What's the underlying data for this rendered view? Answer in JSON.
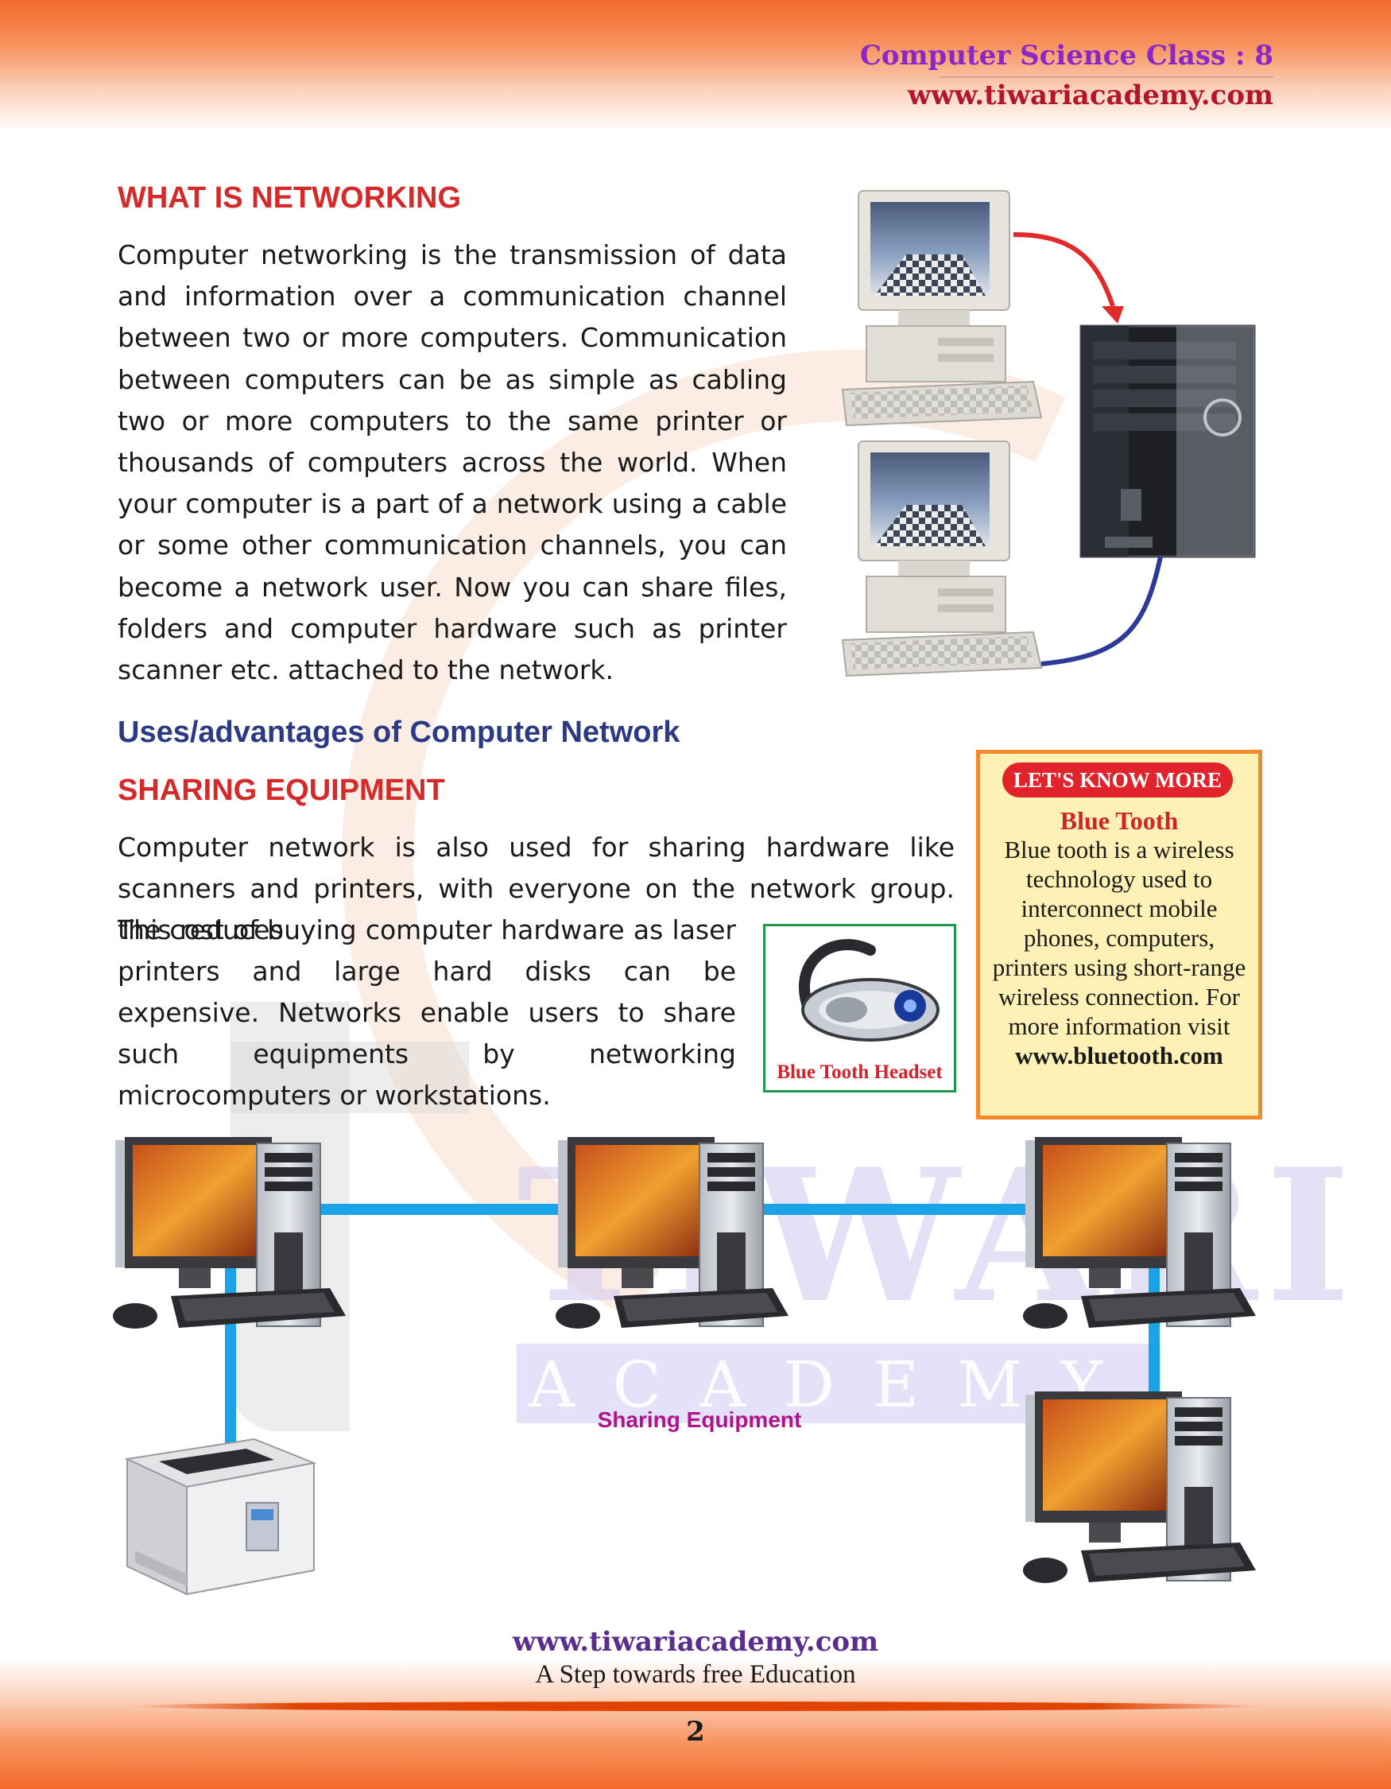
{
  "header": {
    "title": "Computer Science Class : 8",
    "url": "www.tiwariacademy.com"
  },
  "watermark": {
    "word": "TIWARI",
    "academy": "ACADEMY"
  },
  "section1": {
    "heading": "WHAT IS NETWORKING",
    "body": "Computer networking is the transmission of data and information over a communication channel between two or more computers. Communication between computers can be as simple as cabling two or more computers to the same printer or thousands of computers across the world. When your computer is a part of a network using a cable or some other communication channels, you can become a network user. Now you can share files, folders and computer hardware such as printer scanner etc. attached to the network."
  },
  "section2": {
    "heading": "Uses/advantages of Computer Network",
    "subheading": "SHARING EQUIPMENT",
    "body_wide": "Computer network is also used for sharing hardware like scanners and printers, with everyone on the network group. This reduces",
    "body_narrow": "the cost of buying computer hardware as laser printers and large hard disks can be expensive. Networks enable users to share such equipments by networking microcomputers or workstations."
  },
  "know_more": {
    "tag": "LET'S KNOW MORE",
    "title": "Blue Tooth",
    "body": "Blue tooth is a wireless technology used to interconnect mobile phones, computers, printers using short-range wireless connection. For more information visit",
    "link": "www.bluetooth.com"
  },
  "bluetooth_image": {
    "caption": "Blue Tooth Headset"
  },
  "diagram": {
    "caption": "Sharing Equipment"
  },
  "footer": {
    "url": "www.tiwariacademy.com",
    "tagline": "A Step towards free Education",
    "page": "2"
  },
  "colors": {
    "heading_red": "#d42a2a",
    "heading_navy": "#2b3a83",
    "network_cable": "#1aa3e6",
    "band_orange": "#f26a2a",
    "box_fill": "#fdf1b5",
    "box_border": "#f28a2a"
  },
  "icons": [
    "crt-computer-icon",
    "tower-case-icon",
    "desktop-computer-icon",
    "laser-printer-icon",
    "bluetooth-headset-icon",
    "arrow-icon"
  ]
}
